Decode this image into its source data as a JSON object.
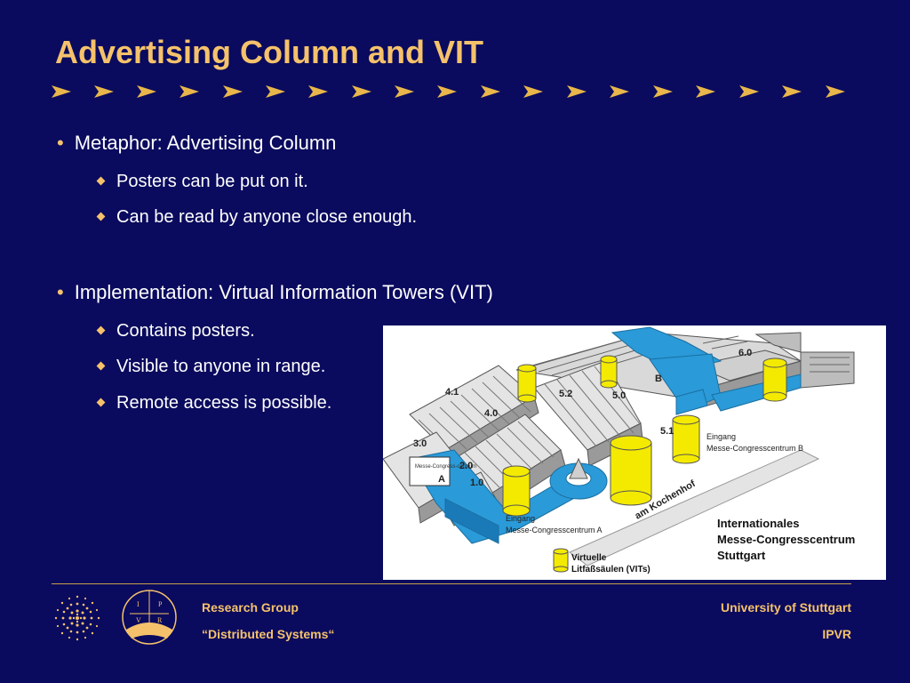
{
  "slide": {
    "title": "Advertising Column and VIT",
    "accent_color": "#f5c26b",
    "background_color": "#0a0a5e"
  },
  "bullets": [
    {
      "text": "Metaphor: Advertising Column",
      "sub": [
        "Posters can be put on it.",
        "Can be read by anyone close enough."
      ]
    },
    {
      "text": "Implementation: Virtual Information Towers (VIT)",
      "sub": [
        "Contains posters.",
        "Visible to anyone in range.",
        "Remote access is possible."
      ]
    }
  ],
  "figure": {
    "building_labels": [
      "6.0",
      "B",
      "4.1",
      "5.2",
      "5.0",
      "4.0",
      "3.0",
      "5.1",
      "2.0",
      "1.0",
      "A"
    ],
    "small_label": "Messe-Congress-centrum",
    "street": "am Kochenhof",
    "entrance_b": [
      "Eingang",
      "Messe-Congresscentrum B"
    ],
    "entrance_a": [
      "Eingang",
      "Messe-Congresscentrum A"
    ],
    "caption": [
      "Internationales",
      "Messe-Congresscentrum",
      "Stuttgart"
    ],
    "legend": [
      "Virtuelle",
      "Litfaßsäulen (VITs)"
    ]
  },
  "footer": {
    "left_line1": "Research Group",
    "left_line2": "“Distributed Systems“",
    "right_line1": "University of Stuttgart",
    "right_line2": "IPVR",
    "logo_letters": [
      "I",
      "P",
      "V",
      "R"
    ]
  }
}
